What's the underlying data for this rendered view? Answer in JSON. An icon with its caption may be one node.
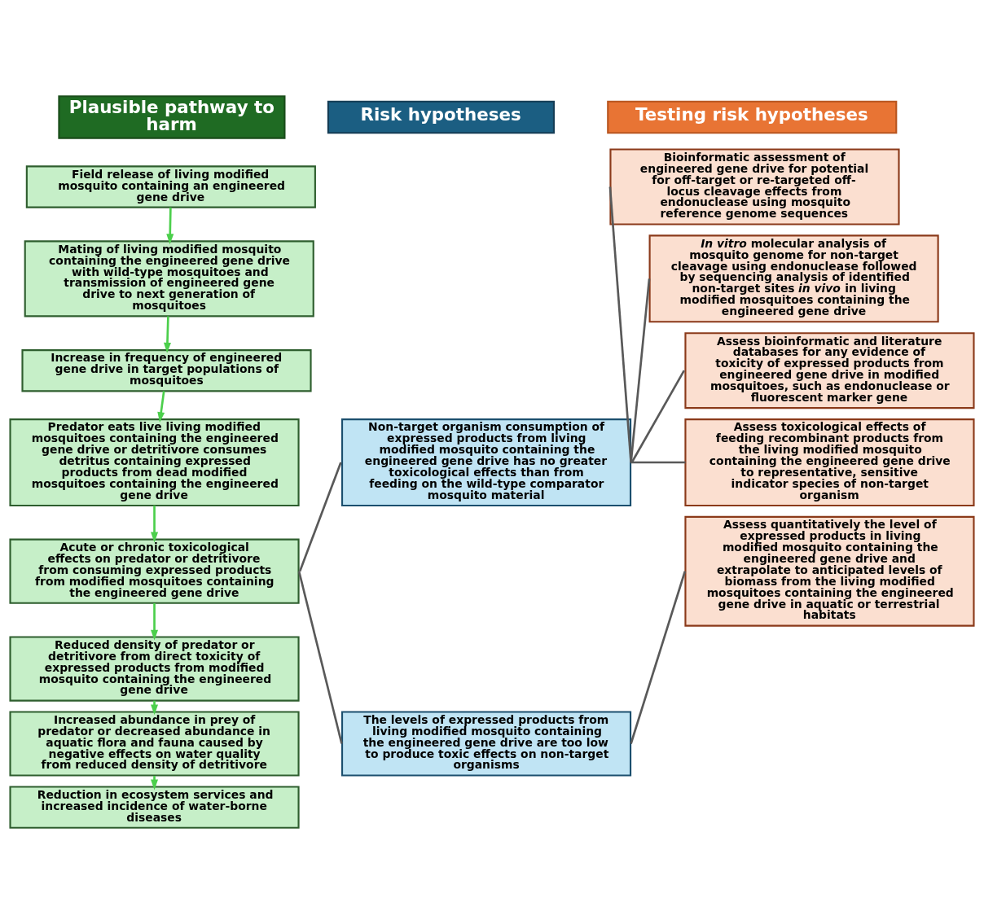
{
  "diagram": {
    "nodes": [
      {
        "text": [
          "Plausible pathway to harm"
        ]
      },
      {
        "text": [
          "Risk hypotheses"
        ]
      },
      {
        "text": [
          "Testing risk hypotheses"
        ]
      },
      {
        "text": [
          "Field release of living modified mosquito containing an engineered gene drive"
        ]
      },
      {
        "text": [
          "Mating of living modified mosquito containing the engineered gene drive with wild-type mosquitoes and transmission of engineered gene drive to next generation of mosquitoes"
        ]
      },
      {
        "text": [
          "Increase in frequency of engineered gene drive in target populations of mosquitoes"
        ]
      },
      {
        "text": [
          "Predator eats live living modified mosquitoes containing the engineered gene drive or detritivore consumes detritus containing expressed products from dead modified mosquitoes containing the engineered gene drive"
        ]
      },
      {
        "text": [
          "Acute or chronic toxicological effects on predator or detritivore from consuming expressed products from modified mosquitoes containing the engineered gene drive"
        ]
      },
      {
        "text": [
          "Reduced density of predator or detritivore from direct toxicity of expressed products from modified mosquito containing the engineered gene drive"
        ]
      },
      {
        "text": [
          "Increased abundance in prey of predator or decreased abundance in aquatic flora and fauna caused by negative effects on water quality from reduced density of detritivore"
        ]
      },
      {
        "text": [
          "Reduction in ecosystem services and increased incidence of water-borne diseases"
        ]
      },
      {
        "text": [
          "Non-target organism consumption of expressed products from living modified mosquito containing the engineered gene drive has no greater toxicological effects than from feeding on the wild-type comparator mosquito material"
        ]
      },
      {
        "text": [
          "The levels of expressed products from living modified mosquito containing the engineered gene drive are too low to produce toxic effects on non-target organisms"
        ]
      },
      {
        "text": [
          "Bioinformatic assessment of engineered gene drive for potential for off-target or re-targeted off-locus cleavage effects from endonuclease using mosquito reference genome sequences"
        ]
      },
      {
        "text": [
          "*In vitro* molecular analysis of mosquito genome for non-target cleavage using endonuclease followed by sequencing analysis of identified non-target sites *in vivo* in living modified mosquitoes containing the engineered gene drive"
        ]
      },
      {
        "text": [
          "Assess bioinformatic and literature databases for any evidence of toxicity of expressed products from engineered gene drive in modified mosquitoes, such as endonuclease or fluorescent marker gene"
        ]
      },
      {
        "text": [
          "Assess toxicological effects of feeding recombinant products from the living modified mosquito containing the engineered gene drive to representative, sensitive indicator species of non-target organism"
        ]
      },
      {
        "text": [
          "Assess quantitatively the level of expressed products in living modified mosquito containing the engineered gene drive and extrapolate to anticipated levels of biomass from the living modified mosquitoes containing the engineered gene drive in aquatic or terrestrial habitats"
        ]
      }
    ],
    "edges": [
      {
        "from": 3,
        "to": 4,
        "arrow": "to"
      },
      {
        "from": 4,
        "to": 5,
        "arrow": "to"
      },
      {
        "from": 5,
        "to": 6,
        "arrow": "to"
      },
      {
        "from": 6,
        "to": 7,
        "arrow": "to"
      },
      {
        "from": 7,
        "to": 8,
        "arrow": "to"
      },
      {
        "from": 8,
        "to": 9,
        "arrow": "to"
      },
      {
        "from": 9,
        "to": 10,
        "arrow": "to"
      },
      {
        "from": 7,
        "to": 11,
        "arrow": "none",
        "color": "#595959"
      },
      {
        "from": 7,
        "to": 12,
        "arrow": "none",
        "color": "#595959"
      },
      {
        "from": 11,
        "to": 13,
        "arrow": "none",
        "color": "#595959"
      },
      {
        "from": 11,
        "to": 14,
        "arrow": "none",
        "color": "#595959"
      },
      {
        "from": 11,
        "to": 15,
        "arrow": "none",
        "color": "#595959"
      },
      {
        "from": 11,
        "to": 16,
        "arrow": "none",
        "color": "#595959"
      },
      {
        "from": 12,
        "to": 17,
        "arrow": "none",
        "color": "#595959"
      }
    ]
  }
}
